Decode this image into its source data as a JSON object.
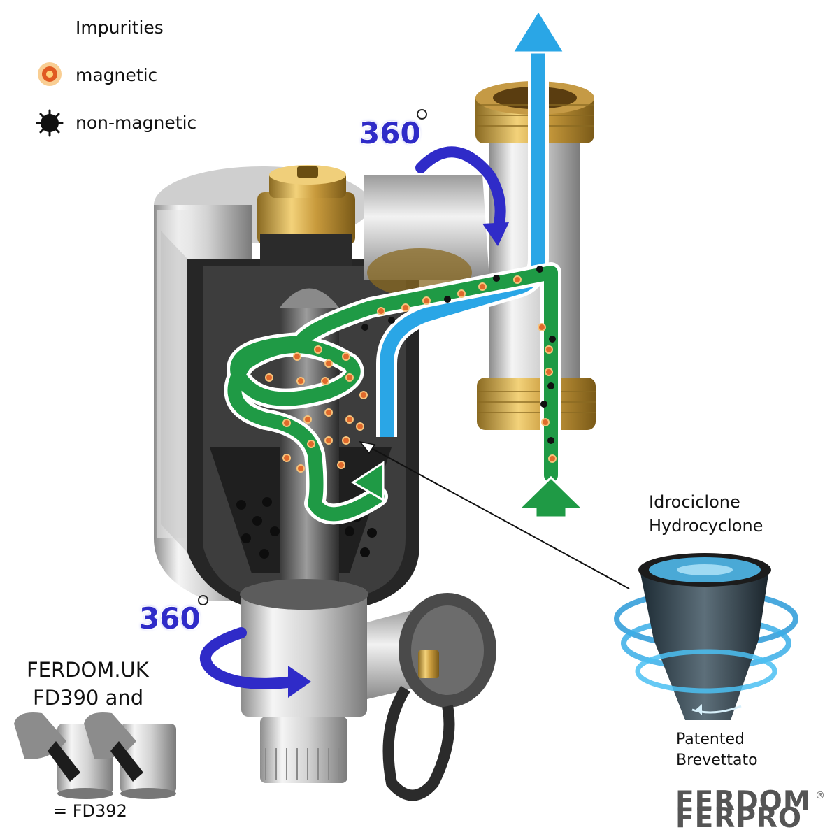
{
  "legend": {
    "title": "Impurities",
    "magnetic": "magnetic",
    "non_magnetic": "non-magnetic",
    "magnetic_color": "#e06a2c",
    "non_magnetic_color": "#111111"
  },
  "rotation": {
    "top": "360",
    "bottom": "360",
    "arrow_color": "#2f2bc8"
  },
  "product": {
    "line1": "FERDOM.UK",
    "line2": "FD390  and",
    "line3": "= FD392"
  },
  "hydrocyclone": {
    "italian": "Idrociclone",
    "english": "Hydrocyclone"
  },
  "patent": {
    "english": "Patented",
    "italian": "Brevettato"
  },
  "logo": {
    "line1": "FERDOM",
    "line2": "FERPRO",
    "registered": "®"
  },
  "flow_colors": {
    "inlet": "#1f9a45",
    "outlet": "#2aa6e6"
  }
}
